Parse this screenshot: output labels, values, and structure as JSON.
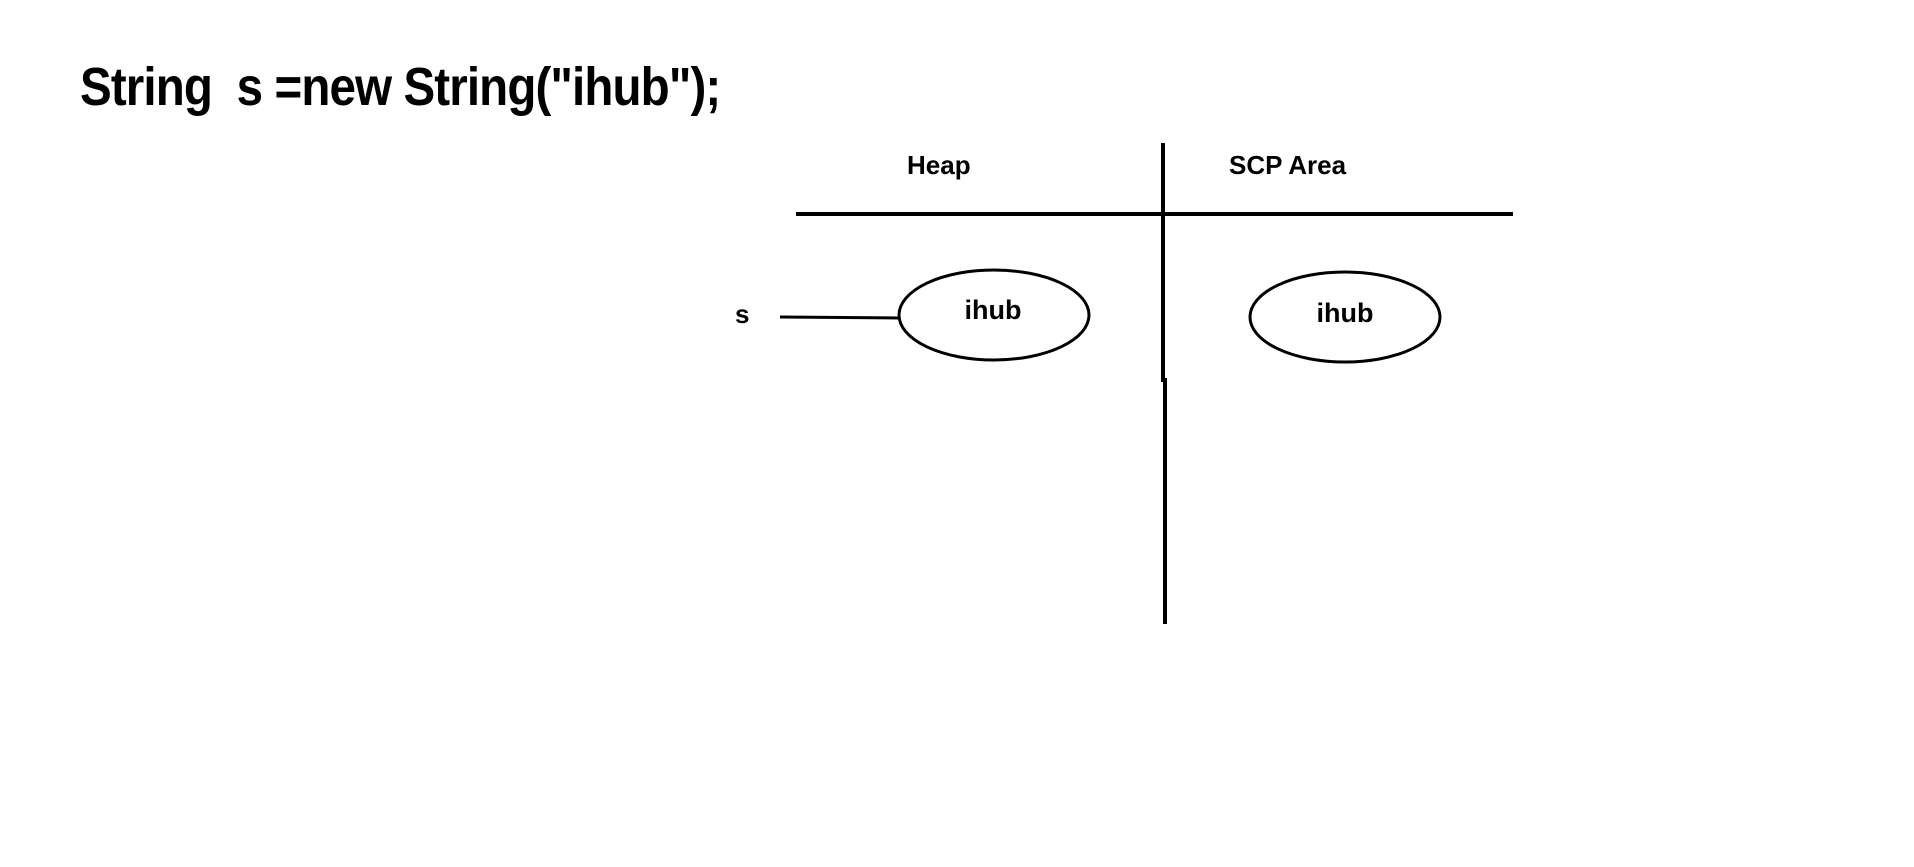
{
  "code": {
    "statement": "String  s =new String(\"ihub\");"
  },
  "diagram": {
    "columns": {
      "heap": "Heap",
      "scp": "SCP Area"
    },
    "reference_variable": "s",
    "heap_object": "ihub",
    "scp_object": "ihub"
  }
}
